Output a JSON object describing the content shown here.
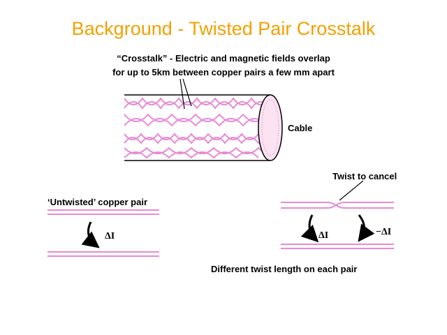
{
  "slide": {
    "title": "Background - Twisted Pair Crosstalk",
    "crosstalk_line1": "“Crosstalk” - Electric and magnetic fields overlap",
    "crosstalk_line2": "for up to 5km between copper pairs a few mm apart",
    "cable_label": "Cable",
    "twist_label": "Twist to cancel",
    "untwisted_label": "‘Untwisted’ copper pair",
    "delta_i": "ΔI",
    "neg_delta_i": "−ΔI",
    "caption": "Different twist length on each pair"
  },
  "colors": {
    "title": "#f3a000",
    "wire": "#e88ad4",
    "outline": "#000000"
  }
}
